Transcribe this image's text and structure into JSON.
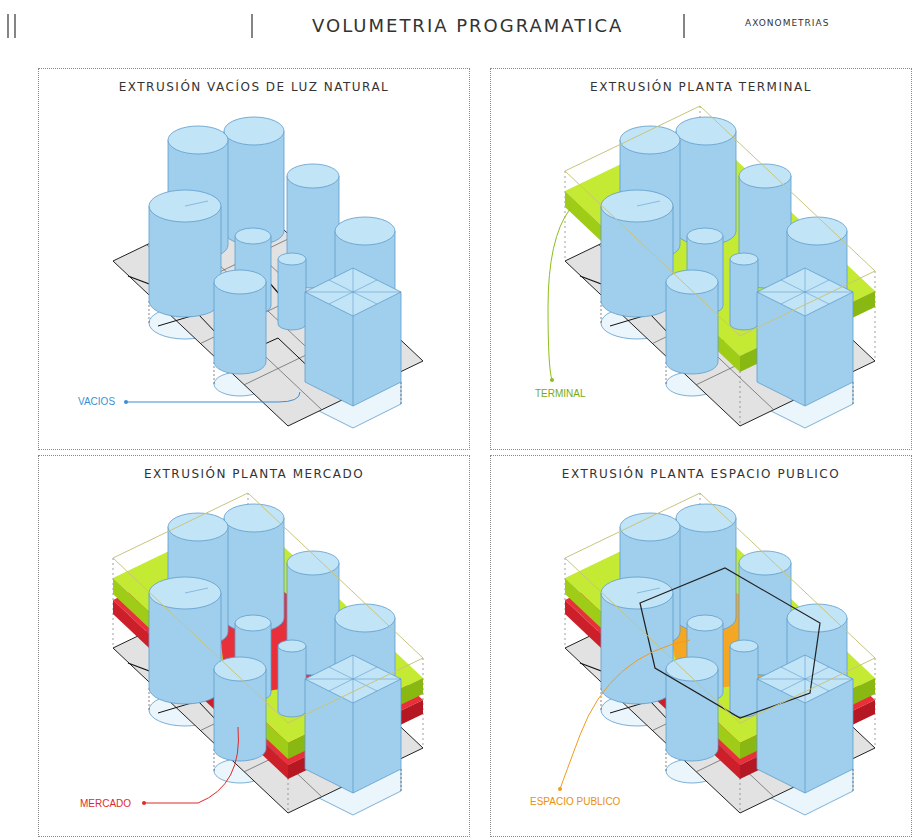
{
  "diagram": {
    "title": "VOLUMETRIA PROGRAMATICA",
    "nodes": [
      {
        "text": [
          "EXTRUSIÓN VACÍOS DE LUZ NATURAL"
        ]
      },
      {
        "text": [
          "EXTRUSIÓN PLANTA TERMINAL"
        ]
      },
      {
        "text": [
          "EXTRUSIÓN PLANTA MERCADO"
        ]
      },
      {
        "text": [
          "EXTRUSIÓN PLANTA ESPACIO PUBLICO"
        ]
      }
    ],
    "labels": [
      "AXONOMETRIAS",
      "VACIOS",
      "TERMINAL",
      "MERCADO",
      "ESPACIO PUBLICO"
    ]
  }
}
